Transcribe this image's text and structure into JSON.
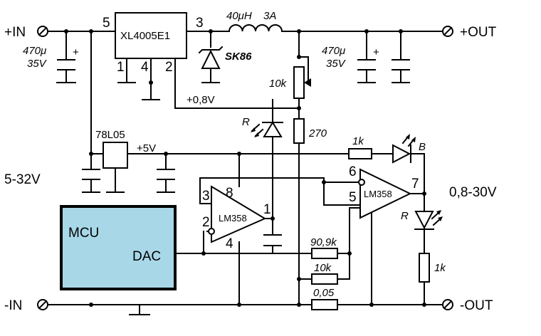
{
  "terminals": {
    "in_pos": "+IN",
    "in_neg": "-IN",
    "out_pos": "+OUT",
    "out_neg": "-OUT"
  },
  "ranges": {
    "input": "5-32V",
    "output": "0,8-30V"
  },
  "regulator": {
    "name": "XL4005E1",
    "pins": [
      "5",
      "3",
      "1",
      "4",
      "2"
    ]
  },
  "inductor": {
    "value": "40μH",
    "current": "3A"
  },
  "schottky": {
    "name": "SK86"
  },
  "caps": {
    "in_value": "470μ",
    "in_voltage": "35V",
    "out_value": "470μ",
    "out_voltage": "35V",
    "plus": "+"
  },
  "ldo": {
    "name": "78L05",
    "out": "+5V"
  },
  "feedback": {
    "vref": "+0,8V",
    "pot": "10k"
  },
  "resistors": {
    "r270": "270",
    "r1k_b": "1k",
    "r1k_r": "1k",
    "r90k": "90,9k",
    "r10k": "10k",
    "shunt": "0,05"
  },
  "leds": {
    "red1": "R",
    "blue": "B",
    "red2": "R"
  },
  "opamp1": {
    "name": "LM358",
    "pins": [
      "3",
      "8",
      "2",
      "1",
      "4"
    ]
  },
  "opamp2": {
    "name": "LM358",
    "pins": [
      "6",
      "5",
      "7"
    ]
  },
  "mcu": {
    "label": "MCU",
    "dac": "DAC",
    "fill": "#a8d8e8"
  }
}
